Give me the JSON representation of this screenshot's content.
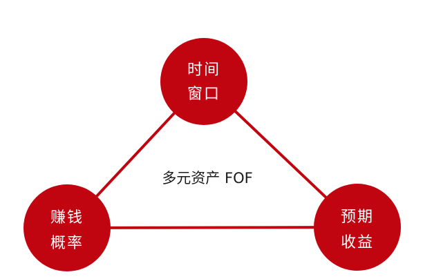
{
  "colors": {
    "node_fill": "#c00511",
    "edge": "#c00511",
    "node_text": "#ffffff",
    "center_text": "#1a1a1a"
  },
  "center_label": "多元资产 FOF",
  "nodes": {
    "top": {
      "line1": "时间",
      "line2": "窗口"
    },
    "left": {
      "line1": "赚钱",
      "line2": "概率"
    },
    "right": {
      "line1": "预期",
      "line2": "收益"
    }
  }
}
